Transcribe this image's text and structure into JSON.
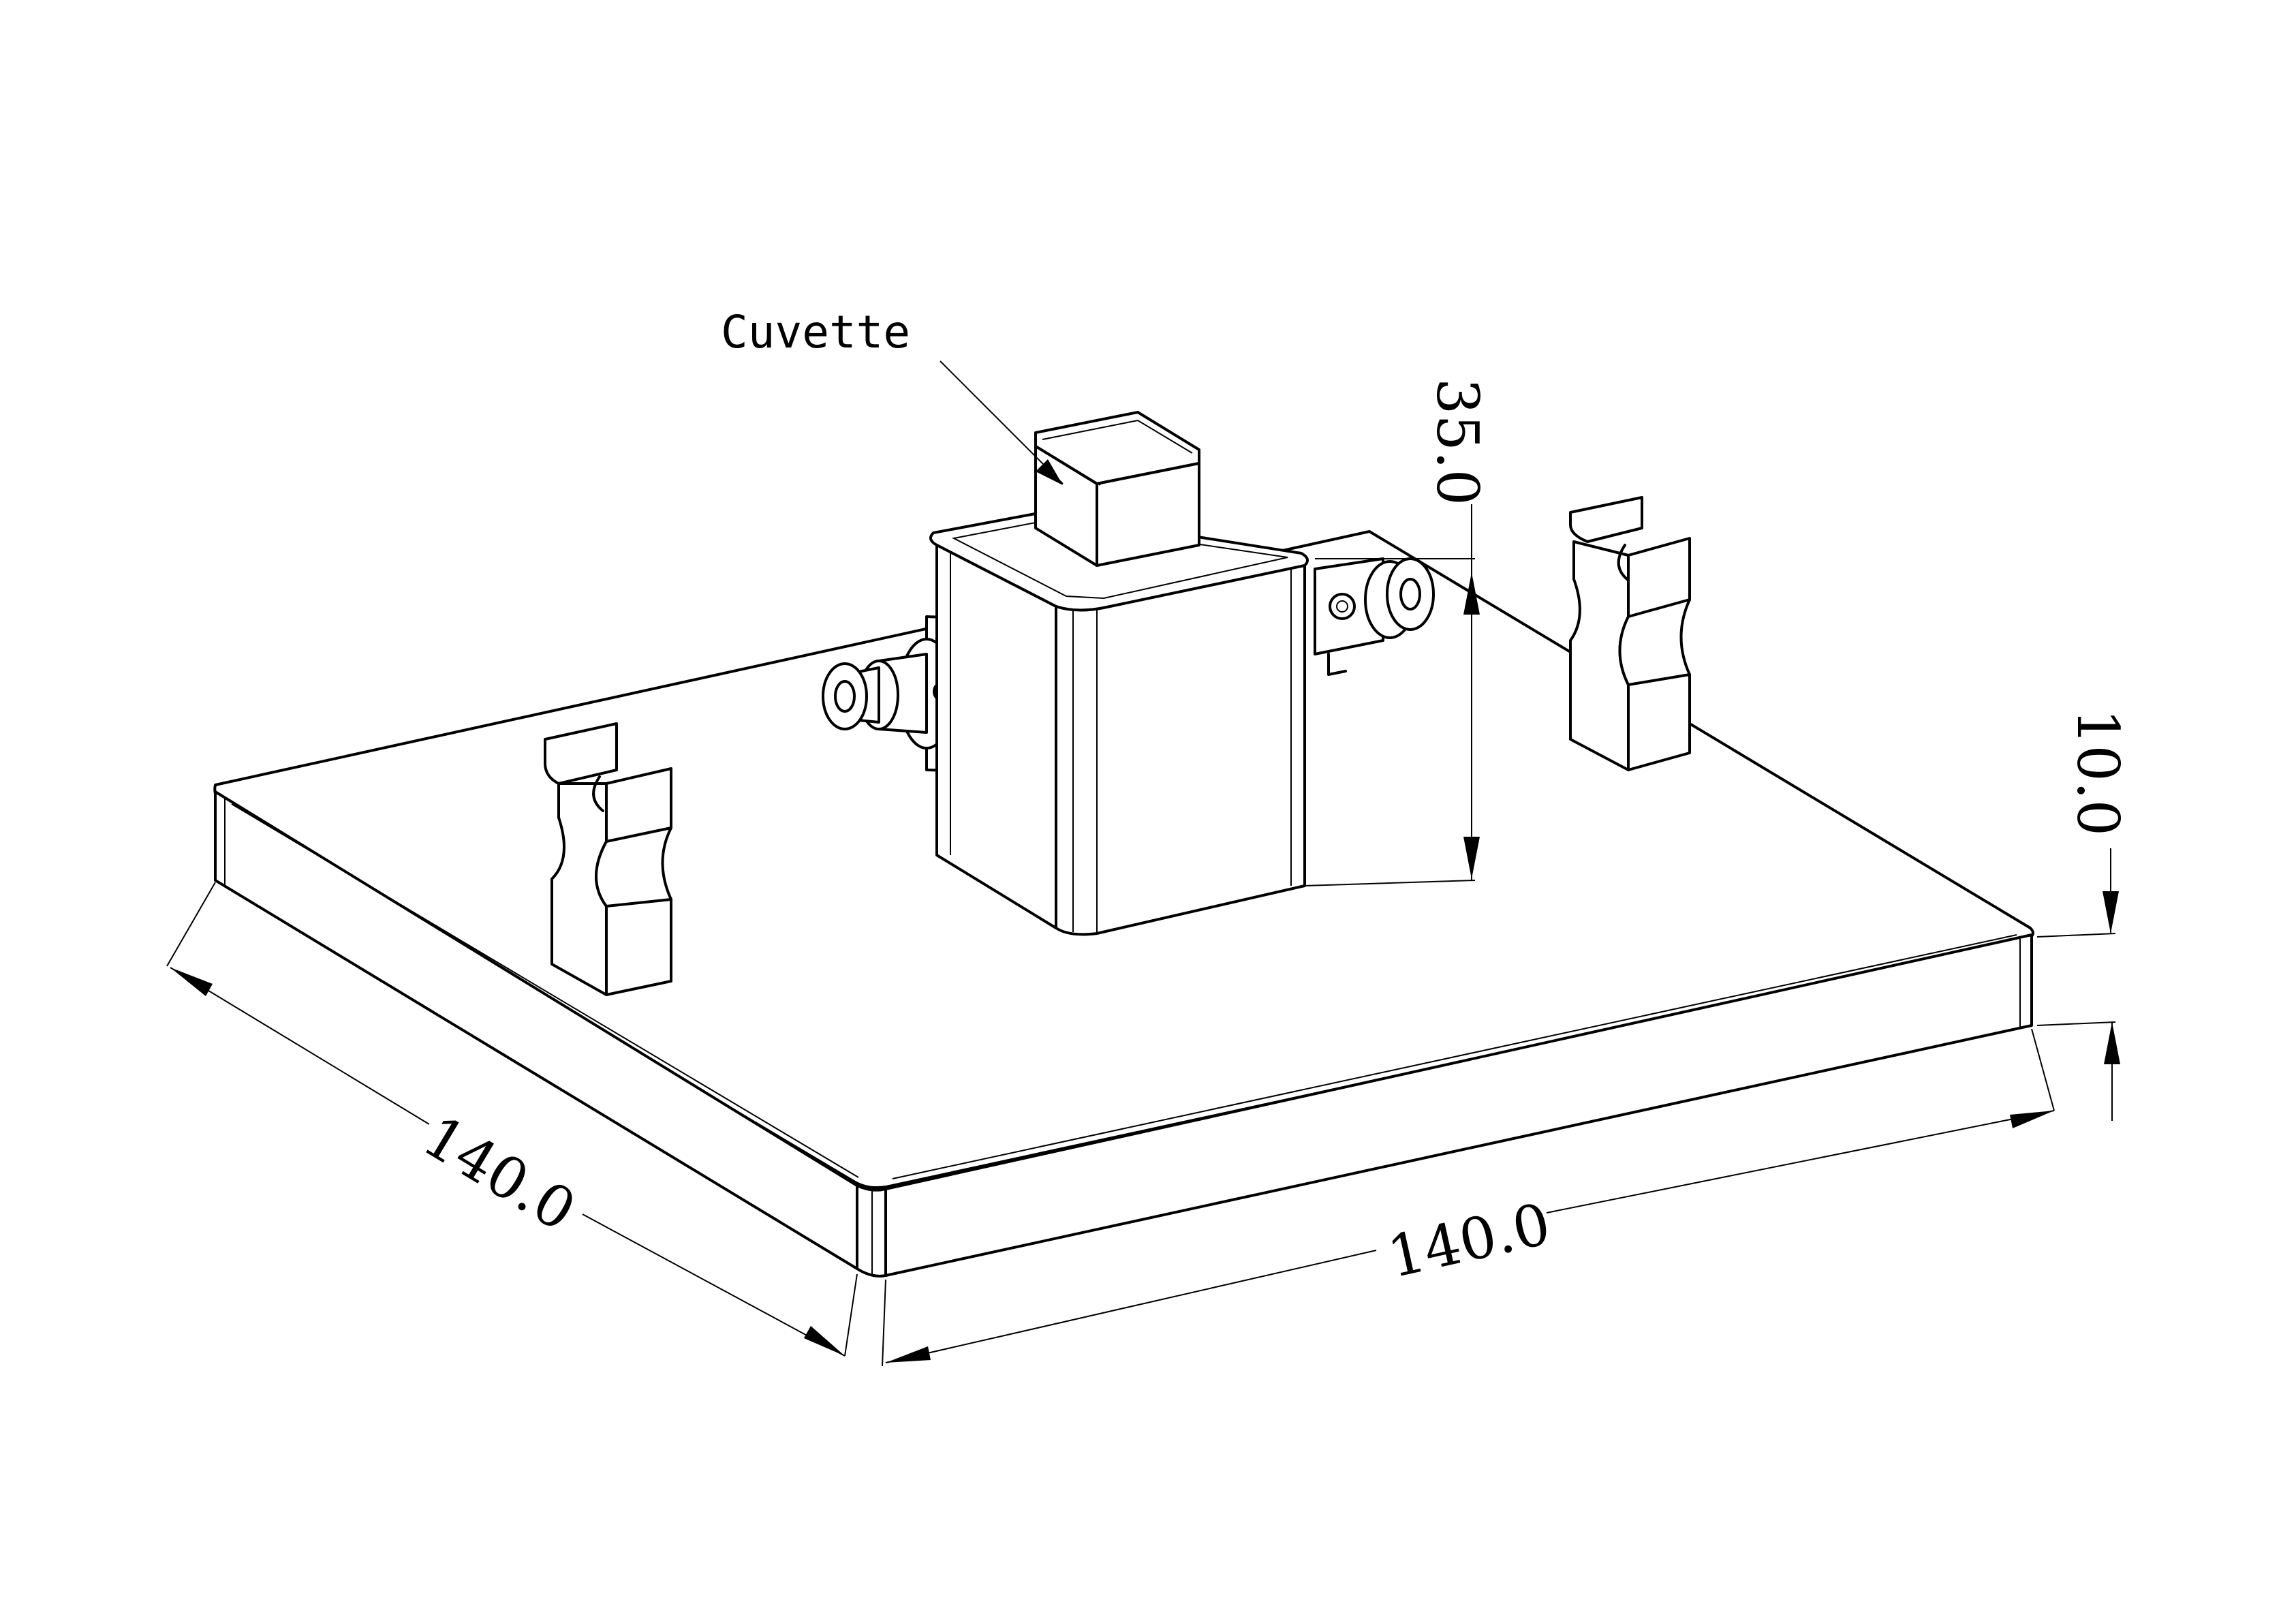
{
  "diagram": {
    "part_label": "Cuvette",
    "dimensions": {
      "depth": "140.0",
      "width": "140.0",
      "holder_height": "35.0",
      "base_thickness": "10.0"
    },
    "line_color": "#000000",
    "background_color": "#ffffff"
  }
}
